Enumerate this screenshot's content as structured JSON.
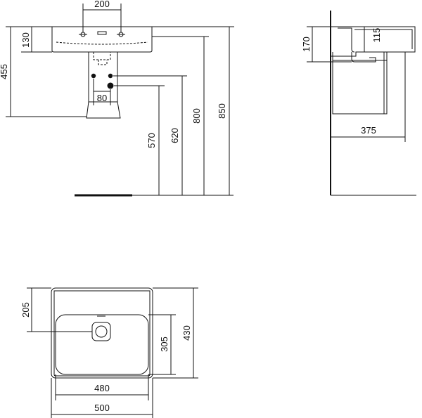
{
  "front_view": {
    "dim_tap_spacing": "200",
    "dim_basin_height": "130",
    "dim_pedestal_height": "455",
    "dim_waste_offset": "80",
    "dim_waste_height": "570",
    "dim_supply_height": "620",
    "dim_rim_height": "800",
    "dim_top_height": "850"
  },
  "side_view": {
    "dim_bowl_depth": "115",
    "dim_basin_side_height": "170",
    "dim_projection": "375"
  },
  "top_view": {
    "dim_back_to_waste": "205",
    "dim_bowl_depth": "305",
    "dim_total_depth": "430",
    "dim_bowl_width": "480",
    "dim_total_width": "500"
  },
  "colors": {
    "line": "#111111",
    "background": "#ffffff"
  }
}
